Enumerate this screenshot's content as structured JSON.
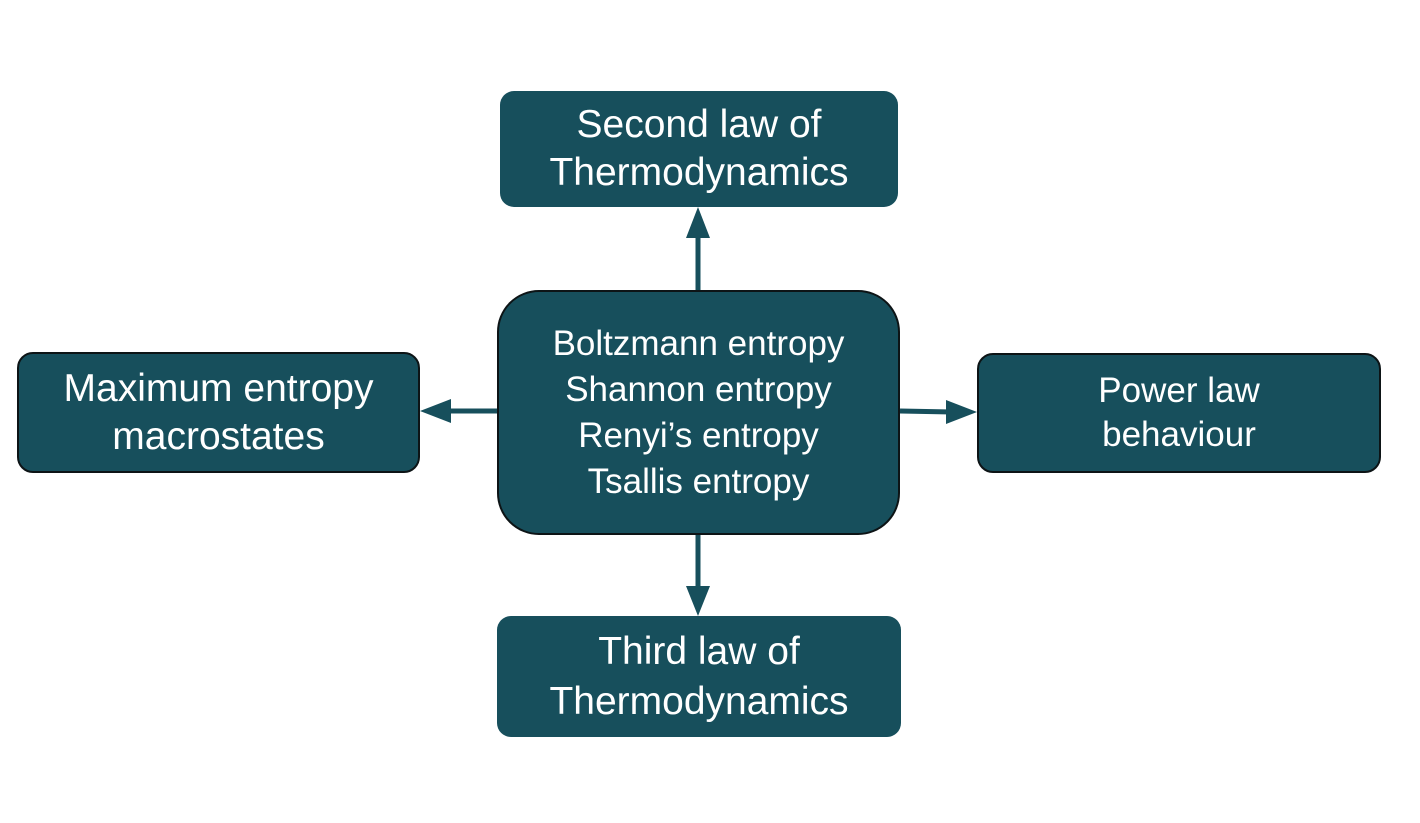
{
  "colors": {
    "box_fill": "#174f5c",
    "box_text": "#ffffff",
    "arrow": "#174f5c",
    "box_border": "#0d1416"
  },
  "nodes": {
    "center": {
      "lines": [
        "Boltzmann entropy",
        "Shannon entropy",
        "Renyi’s entropy",
        "Tsallis entropy"
      ]
    },
    "top": {
      "lines": [
        "Second law of",
        "Thermodynamics"
      ]
    },
    "bottom": {
      "lines": [
        "Third law of",
        "Thermodynamics"
      ]
    },
    "left": {
      "lines": [
        "Maximum entropy",
        "macrostates"
      ]
    },
    "right": {
      "lines": [
        "Power law",
        "behaviour"
      ]
    }
  },
  "edges": [
    {
      "from": "center",
      "to": "top"
    },
    {
      "from": "center",
      "to": "bottom"
    },
    {
      "from": "center",
      "to": "left"
    },
    {
      "from": "center",
      "to": "right"
    }
  ]
}
